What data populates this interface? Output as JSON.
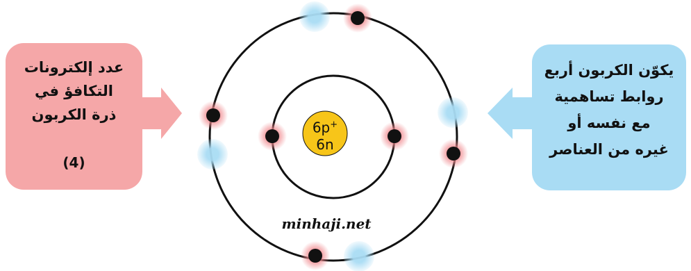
{
  "left_box": {
    "lines": [
      "عدد إلكترونات",
      "التكافؤ في",
      "ذرة الكربون"
    ],
    "number": "(4)"
  },
  "right_box": {
    "lines": [
      "يكوّن الكربون أربع",
      "روابط تساهمية",
      "مع نفسه أو",
      "غيره من العناصر"
    ]
  },
  "nucleus": {
    "protons": "6p",
    "charge": "+",
    "neutrons": "6n"
  },
  "watermark": "minhaji.net",
  "colors": {
    "left_box": "#f5a7a8",
    "right_box": "#a9dcf4",
    "nucleus": "#f7c519",
    "electron": "#111111",
    "electron_glow": "#f08a8f",
    "bond_site": "#a9dcf4"
  }
}
